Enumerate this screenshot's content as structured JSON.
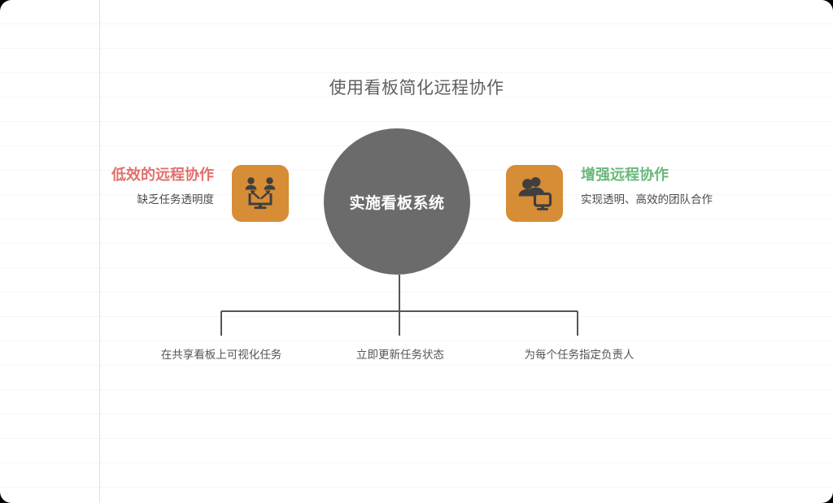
{
  "title": "使用看板简化远程协作",
  "center_node": {
    "label": "实施看板系统",
    "fill": "#6b6b6b",
    "text_color": "#ffffff"
  },
  "left_block": {
    "title": "低效的远程协作",
    "subtitle": "缺乏任务透明度",
    "title_color": "#e0706b",
    "icon": "remote-collaboration-icon",
    "icon_tile_color": "#d78c36"
  },
  "right_block": {
    "title": "增强远程协作",
    "subtitle": "实现透明、高效的团队合作",
    "title_color": "#69b97a",
    "icon": "team-monitor-icon",
    "icon_tile_color": "#d78c36"
  },
  "leaves": [
    {
      "label": "在共享看板上可视化任务"
    },
    {
      "label": "立即更新任务状态"
    },
    {
      "label": "为每个任务指定负责人"
    }
  ],
  "connector_color": "#555555",
  "background": {
    "paper_color": "#ffffff",
    "rule_color": "rgba(0,0,0,0.03)",
    "margin_rule_color": "rgba(231,120,110,0.30)"
  }
}
